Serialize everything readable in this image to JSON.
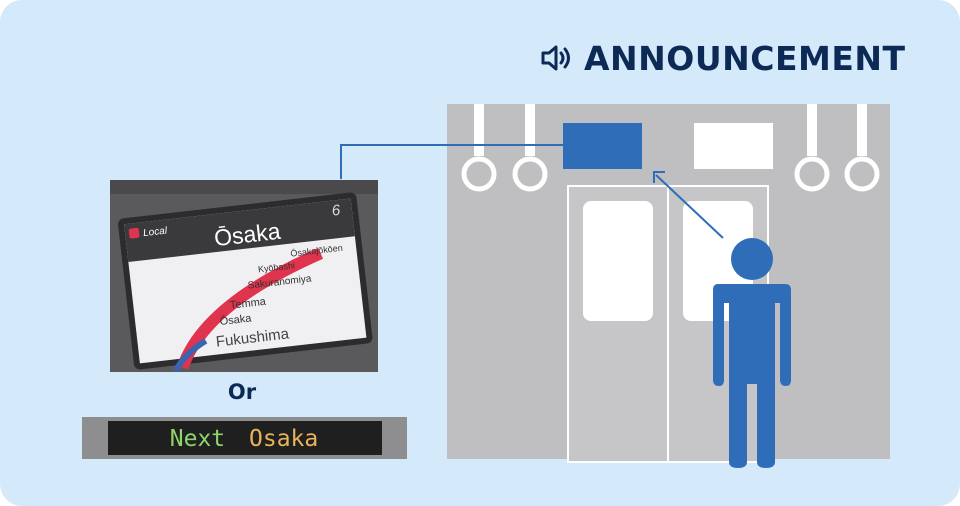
{
  "header": {
    "title": "ANNOUNCEMENT",
    "icon": "speaker-icon"
  },
  "lcd_display": {
    "line_color": "#e0334e",
    "service": "Local",
    "door_number": "6",
    "current_station": "Ōsaka",
    "stations": [
      "Ōsakajōkōen",
      "Kyōbashi",
      "Sakuranomiya",
      "Temma",
      "Ōsaka",
      "Fukushima"
    ]
  },
  "separator": "Or",
  "led_display": {
    "prefix": "Next",
    "station": "Osaka",
    "prefix_color": "#8fd46a",
    "station_color": "#e8b35a"
  },
  "colors": {
    "background": "#d4eafa",
    "title": "#0c2a55",
    "accent": "#2f6db8",
    "car_wall": "#bfbfc1"
  }
}
